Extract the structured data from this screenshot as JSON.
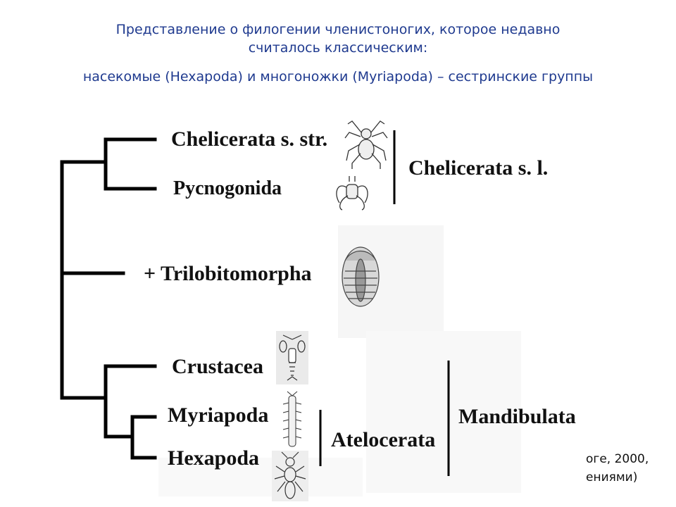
{
  "header": {
    "line1": "Представление о филогении членистоногих, которое недавно",
    "line2": "считалось классическим:",
    "line3": "насекомые (Hexapoda) и многоножки (Myriapoda) – сестринские группы"
  },
  "taxa": {
    "chelicerata_sstr": "Chelicerata s. str.",
    "pycnogonida": "Pycnogonida",
    "trilobitomorpha": "+ Trilobitomorpha",
    "crustacea": "Crustacea",
    "myriapoda": "Myriapoda",
    "hexapoda": "Hexapoda"
  },
  "groups": {
    "chelicerata_sl": "Chelicerata s. l.",
    "atelocerata": "Atelocerata",
    "mandibulata": "Mandibulata"
  },
  "reference": {
    "line1": "оге, 2000,",
    "line2": "ениями)"
  },
  "icons": [
    "spider-icon",
    "sea-spider-icon",
    "trilobite-icon",
    "crayfish-icon",
    "centipede-icon",
    "insect-icon"
  ]
}
